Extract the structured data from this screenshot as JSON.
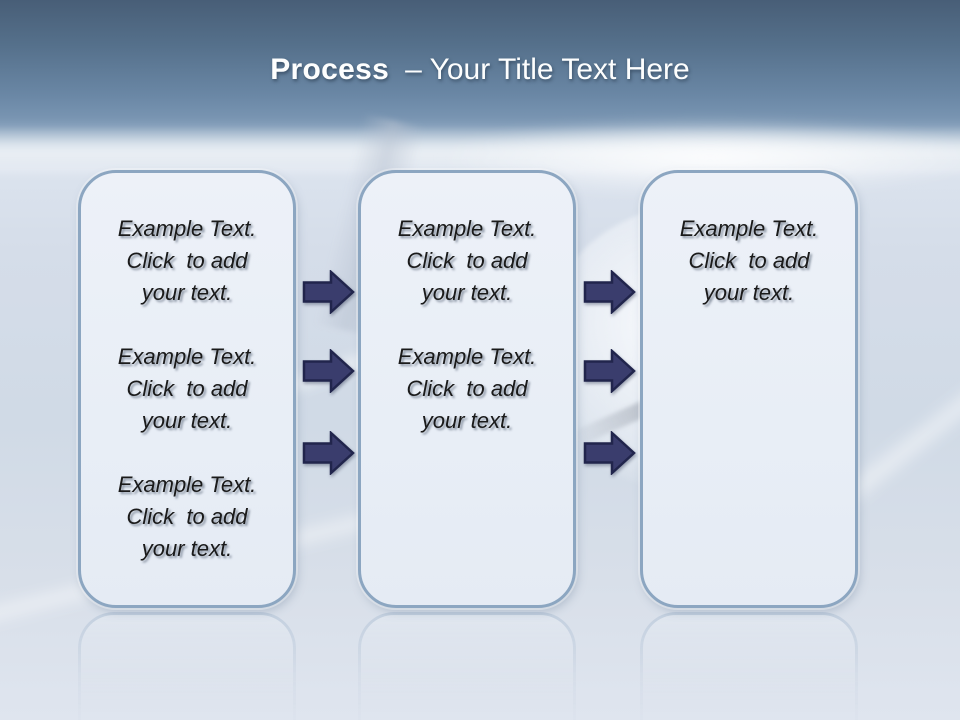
{
  "title": {
    "bold": "Process",
    "rest": "– Your Title Text Here"
  },
  "boxes": [
    {
      "name": "step-1",
      "blocks": [
        {
          "lines": [
            "Example Text.",
            "Click  to add",
            "your text."
          ]
        },
        {
          "lines": [
            "Example Text.",
            "Click  to add",
            "your text."
          ]
        },
        {
          "lines": [
            "Example Text.",
            "Click  to add",
            "your text."
          ]
        }
      ]
    },
    {
      "name": "step-2",
      "blocks": [
        {
          "lines": [
            "Example Text.",
            "Click  to add",
            "your text."
          ]
        },
        {
          "lines": [
            "Example Text.",
            "Click  to add",
            "your text."
          ]
        }
      ]
    },
    {
      "name": "step-3",
      "blocks": [
        {
          "lines": [
            "Example Text.",
            "Click  to add",
            "your text."
          ]
        }
      ]
    }
  ],
  "arrows": {
    "direction": "right",
    "between_box1_and_box2": 3,
    "between_box2_and_box3": 3
  },
  "colors": {
    "arrow_fill": "#3a3d6d",
    "arrow_outline": "#21254c",
    "box_border": "#8ca6c1",
    "box_fill": "#e9eef6",
    "title_text": "#fdfefe",
    "header_gradient_top": "#485e77",
    "header_gradient_bottom": "#7d99b6",
    "lower_background": "#d3dce8"
  }
}
